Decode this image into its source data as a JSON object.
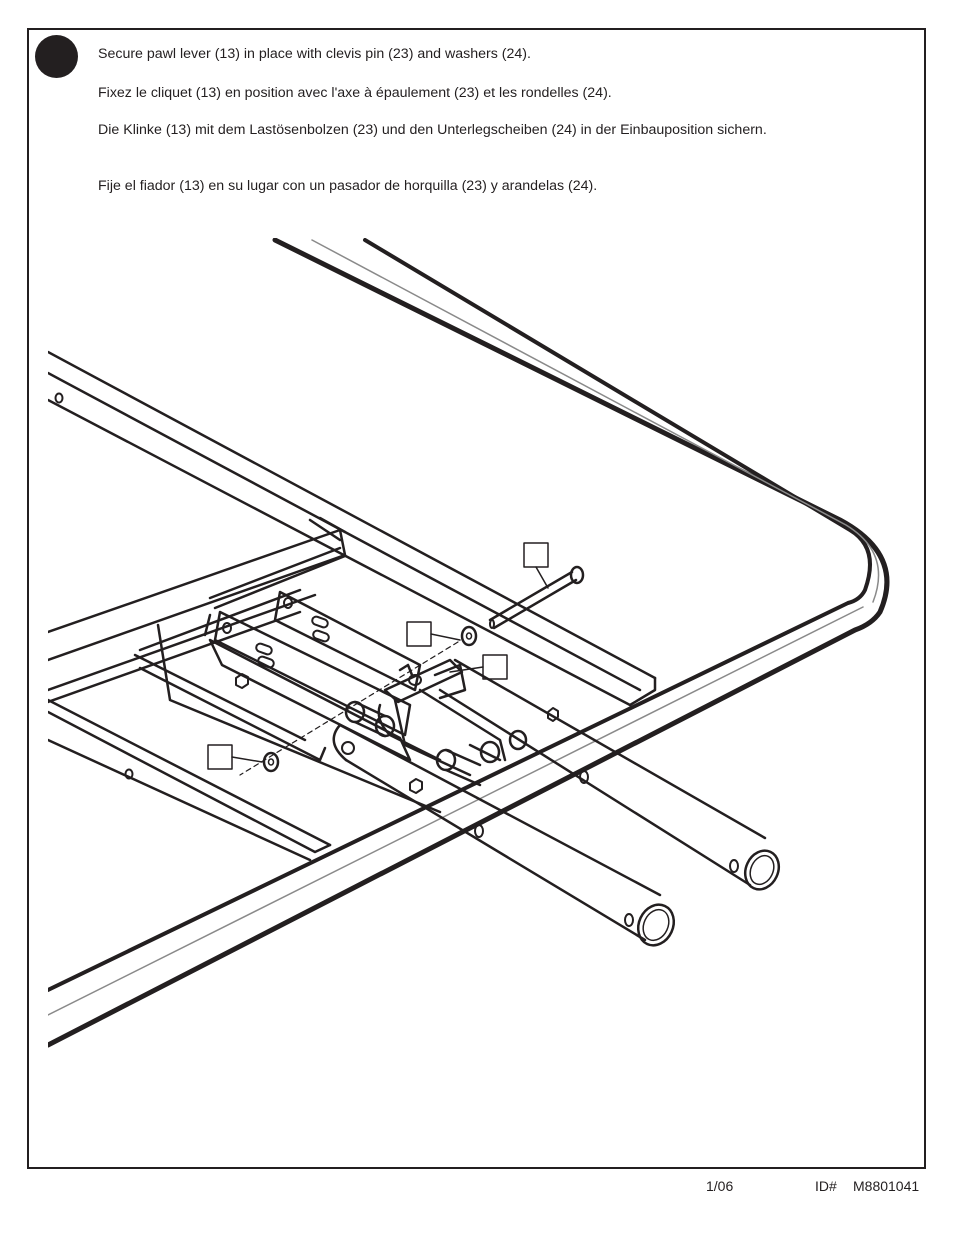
{
  "instructions": {
    "en": "Secure pawl lever (13) in place with clevis pin (23) and washers (24).",
    "fr": "Fixez le cliquet (13) en position avec l'axe à épaulement (23) et les rondelles (24).",
    "de": "Die Klinke (13) mit dem Lastösenbolzen (23) und den Unterlegscheiben (24) in der Einbauposition sichern.",
    "es": "Fije el fiador (13) en su lugar con un pasador de horquilla (23) y arandelas (24)."
  },
  "footer": {
    "date": "1/06",
    "id_label": "ID#",
    "id_number": "M8801041"
  },
  "colors": {
    "line": "#231f20",
    "paper": "#ffffff"
  }
}
